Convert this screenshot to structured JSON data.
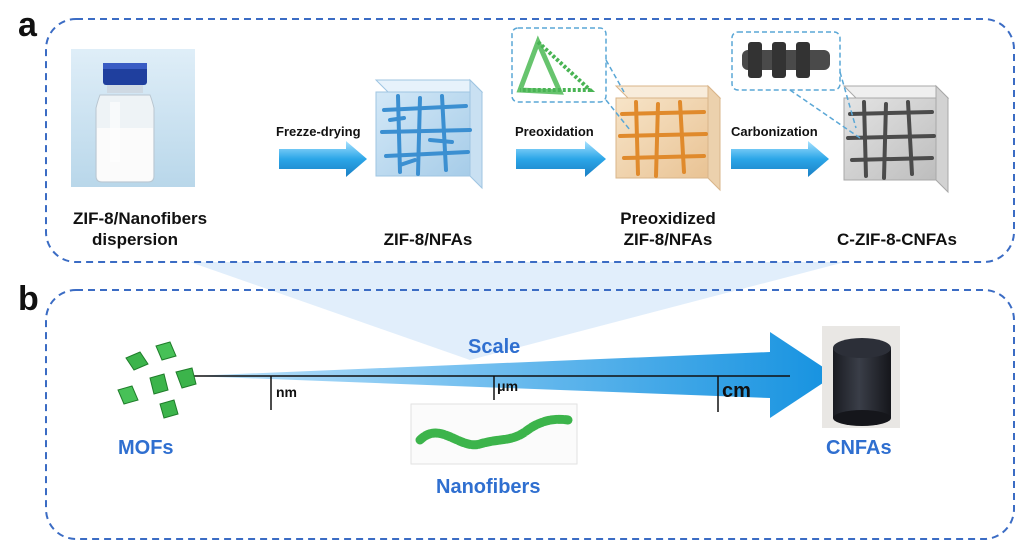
{
  "panels": {
    "a_letter": "a",
    "b_letter": "b"
  },
  "panel_a": {
    "steps": [
      {
        "caption_line1": "ZIF-8/Nanofibers",
        "caption_line2": "dispersion"
      },
      {
        "caption_line1": "ZIF-8/NFAs",
        "caption_line2": ""
      },
      {
        "caption_line1": "Preoxidized",
        "caption_line2": "ZIF-8/NFAs"
      },
      {
        "caption_line1": "C-ZIF-8-CNFAs",
        "caption_line2": ""
      }
    ],
    "arrows": [
      {
        "label": "Frezze-drying"
      },
      {
        "label": "Preoxidation"
      },
      {
        "label": "Carbonization"
      }
    ]
  },
  "panel_b": {
    "scale_label": "Scale",
    "ticks": [
      "nm",
      "μm",
      "cm"
    ],
    "left_label": "MOFs",
    "middle_label": "Nanofibers",
    "right_label": "CNFAs"
  },
  "colors": {
    "dashed_border": "#3b6cc4",
    "arrow_blue": "#2ba6e8",
    "label_blue": "#2f6fd0",
    "mof_green": "#3cb44b",
    "aerogel_blue": "#4a9ed8",
    "aerogel_orange": "#e8a04a",
    "aerogel_gray": "#555555"
  }
}
